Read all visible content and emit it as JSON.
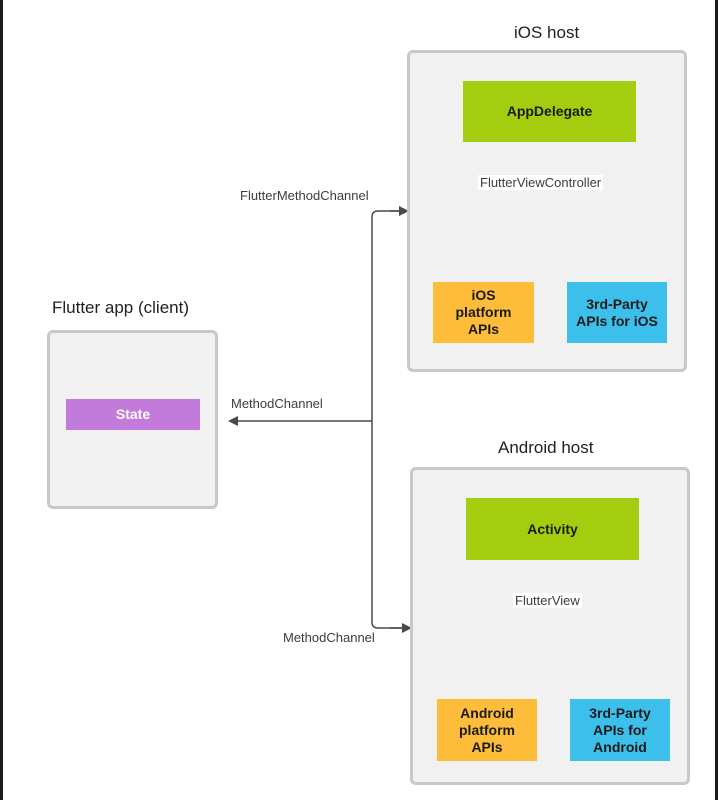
{
  "flutter_app": {
    "title": "Flutter app (client)",
    "state_label": "State"
  },
  "ios_host": {
    "title": "iOS host",
    "app_delegate": "AppDelegate",
    "view_controller_label": "FlutterViewController",
    "platform_apis": "iOS\nplatform\nAPIs",
    "third_party_apis": "3rd-Party\nAPIs for iOS"
  },
  "android_host": {
    "title": "Android host",
    "activity": "Activity",
    "view_label": "FlutterView",
    "platform_apis": "Android\nplatform\nAPIs",
    "third_party_apis": "3rd-Party\nAPIs for\nAndroid"
  },
  "channels": {
    "ios_channel": "FlutterMethodChannel",
    "client_channel": "MethodChannel",
    "android_channel": "MethodChannel"
  },
  "colors": {
    "host_green": "#a4cd10",
    "platform_orange": "#fdbd3b",
    "third_party_cyan": "#3cc0eb",
    "state_purple": "#c27bda"
  }
}
